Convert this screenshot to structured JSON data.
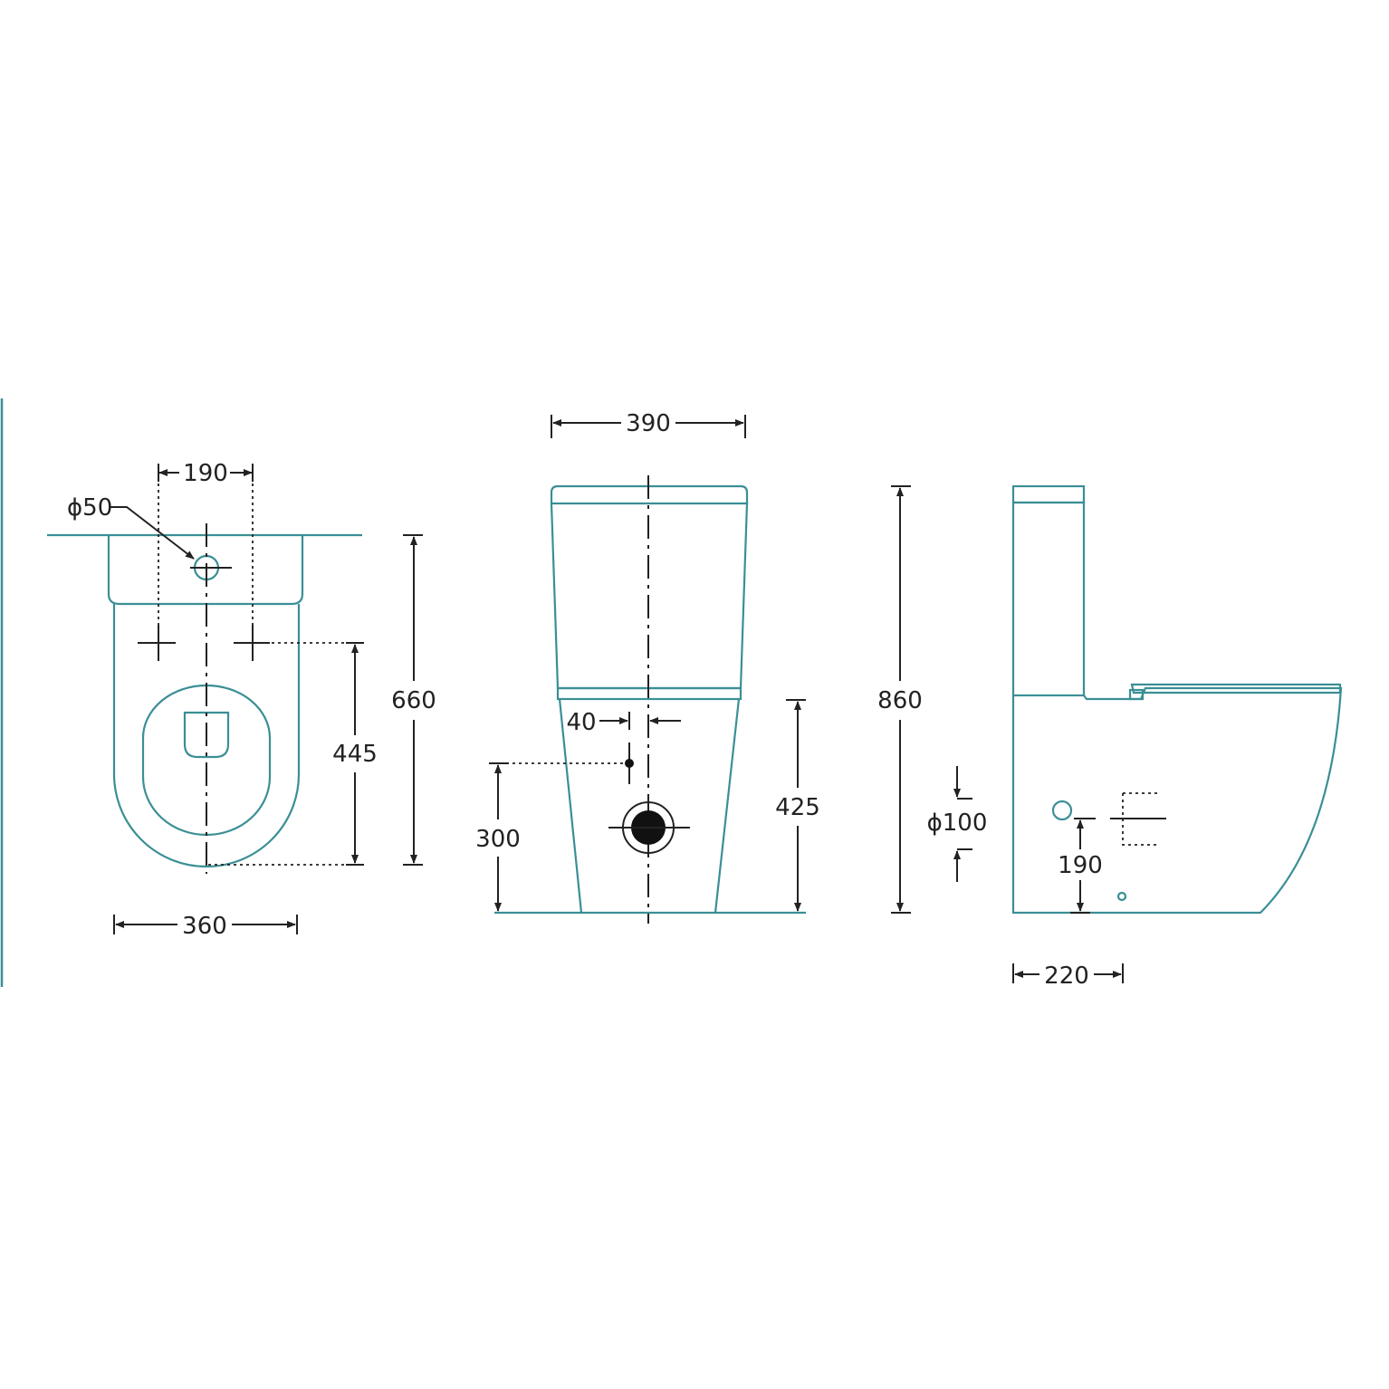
{
  "dimensions": {
    "front_top_width": "190",
    "outlet_diameter": "ϕ50",
    "overall_depth": "660",
    "fixing_to_outlet": "445",
    "pan_width": "360",
    "cistern_width": "390",
    "inlet_offset": "40",
    "inlet_height": "300",
    "pan_height": "425",
    "overall_height": "860",
    "waste_diameter": "ϕ100",
    "waste_height": "190",
    "wall_to_outlet": "220"
  },
  "colors": {
    "outline": "#3a8f95",
    "dimension": "#222222",
    "left_edge_rule": "#3a8f95"
  }
}
